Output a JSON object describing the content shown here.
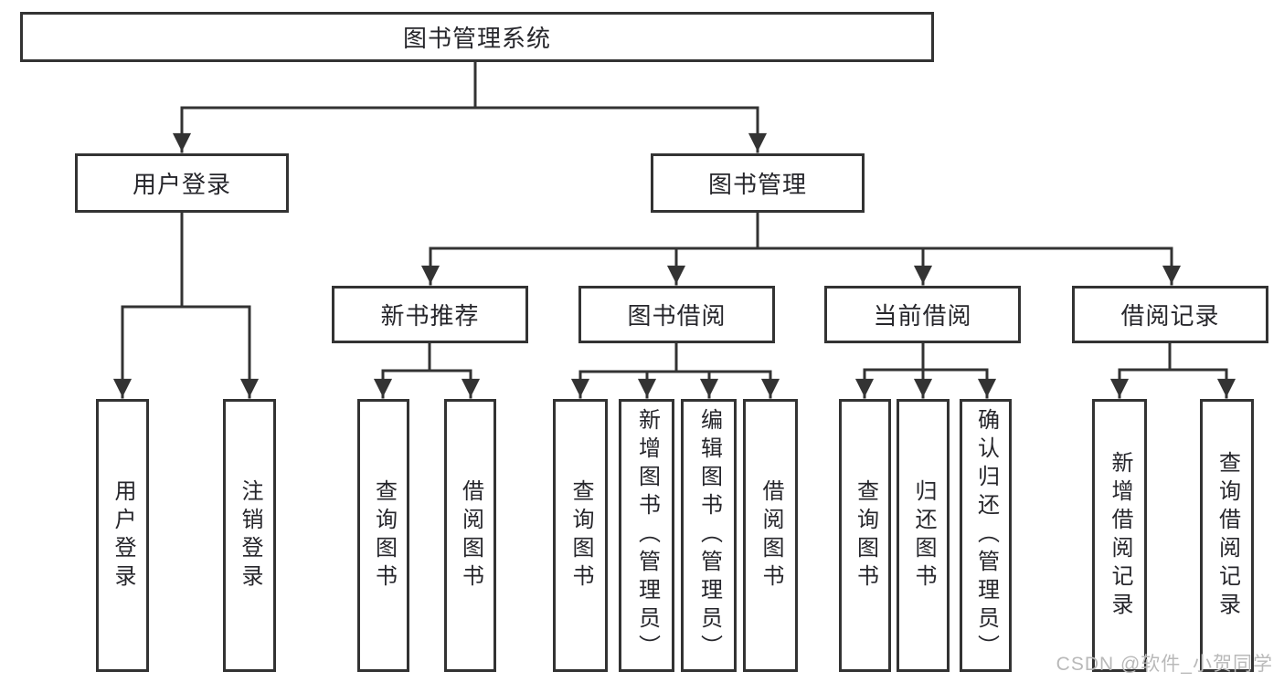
{
  "tree": {
    "root": {
      "label": "图书管理系统"
    },
    "branches": [
      {
        "label": "用户登录",
        "children": [
          {
            "label": "用户登录"
          },
          {
            "label": "注销登录"
          }
        ]
      },
      {
        "label": "图书管理",
        "children": [
          {
            "label": "新书推荐",
            "children": [
              {
                "label": "查询图书"
              },
              {
                "label": "借阅图书"
              }
            ]
          },
          {
            "label": "图书借阅",
            "children": [
              {
                "label": "查询图书"
              },
              {
                "label": "新增图书（管理员）"
              },
              {
                "label": "编辑图书（管理员）"
              },
              {
                "label": "借阅图书"
              }
            ]
          },
          {
            "label": "当前借阅",
            "children": [
              {
                "label": "查询图书"
              },
              {
                "label": "归还图书"
              },
              {
                "label": "确认归还（管理员）"
              }
            ]
          },
          {
            "label": "借阅记录",
            "children": [
              {
                "label": "新增借阅记录"
              },
              {
                "label": "查询借阅记录"
              }
            ]
          }
        ]
      }
    ]
  },
  "watermark": {
    "text": "CSDN @软件_小贺同学"
  },
  "colors": {
    "line": "#333333",
    "box_border": "#333333",
    "box_background": "#ffffff",
    "text": "#26262b",
    "watermark": "#b9b9b9"
  }
}
